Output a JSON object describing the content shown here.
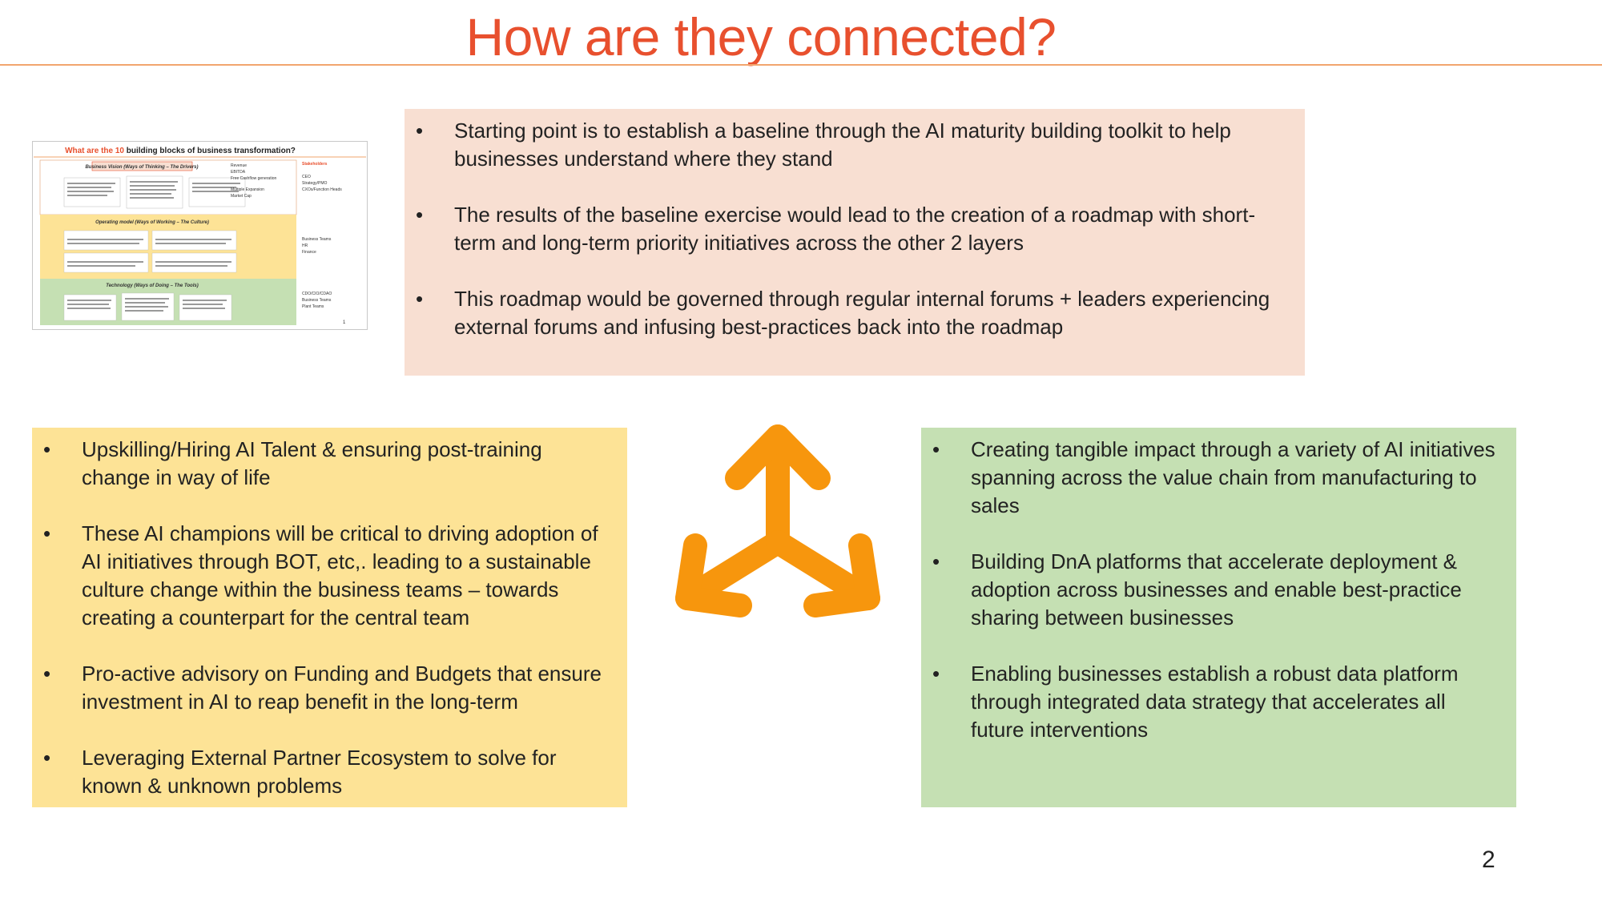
{
  "title": "How are they connected?",
  "top_box": {
    "bullets": [
      "Starting point is to establish a baseline through the AI maturity building toolkit to help businesses understand where they stand",
      "The results of the baseline exercise would lead to the creation of a roadmap with short-term and long-term priority initiatives across the other 2 layers",
      " This roadmap would be governed through regular internal forums + leaders experiencing external forums and infusing best-practices back into the roadmap"
    ]
  },
  "left_box": {
    "bullets": [
      "Upskilling/Hiring AI Talent & ensuring post-training change in way of life",
      "These AI champions will be critical to driving adoption of AI initiatives through BOT, etc,. leading to  a sustainable culture change within the business teams – towards creating a counterpart for the central team",
      "Pro-active advisory on Funding and Budgets that ensure investment in AI to reap benefit in the long-term",
      "Leveraging External Partner Ecosystem to solve for known & unknown problems"
    ]
  },
  "right_box": {
    "bullets": [
      "Creating tangible impact through a variety of AI initiatives spanning across the value chain from manufacturing to sales",
      "Building DnA platforms that accelerate deployment & adoption across businesses and enable best-practice sharing between businesses",
      "Enabling businesses establish a robust data platform through integrated data strategy that accelerates all future interventions"
    ]
  },
  "thumbnail": {
    "title_prefix": "What are the ",
    "title_number": "10",
    "title_suffix": " building blocks of business transformation?",
    "business_vision": "Business Vision (Ways of Thinking – The Drivers)",
    "operating_model": "Operating model (Ways of Working – The Culture)",
    "technology": "Technology (Ways of Doing – The Tools)",
    "stakeholders_heading": "Stakeholders",
    "vision_metrics": [
      "Revenue",
      "EBITDA",
      "Free Cashflow generation",
      "Multiple Expansion",
      "Market Cap"
    ],
    "stakeholders_top": [
      "CEO",
      "Strategy/PMO",
      "CXOs/Function Heads"
    ],
    "stakeholders_mid": [
      "Business Teams",
      "HR",
      "Finance"
    ],
    "stakeholders_bottom": [
      "CDO/CIO/CDAO",
      "Business Teams",
      "Plant Teams"
    ],
    "page_number": "1"
  },
  "page_number": "2",
  "colors": {
    "title": "#e8502e",
    "top_box": "#f8dfd2",
    "left_box": "#fde396",
    "right_box": "#c5e0b3",
    "arrows": "#f7960d"
  }
}
